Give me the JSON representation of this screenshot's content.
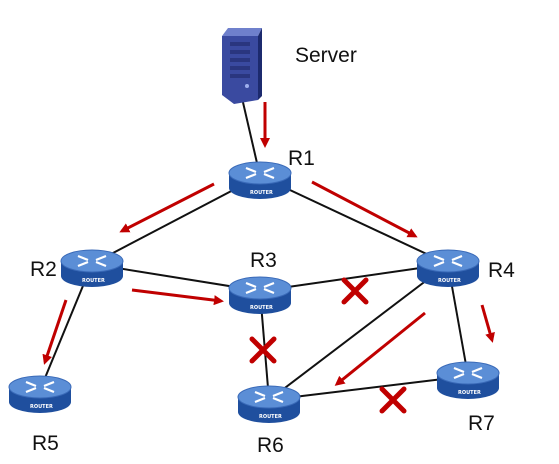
{
  "colors": {
    "link": "#111111",
    "flow_arrow": "#c00000",
    "blocked_mark": "#c00000",
    "router_top": "#5b8ed6",
    "router_side": "#1f4f9e",
    "server_front": "#3a4aa0",
    "server_side": "#1c2a6e"
  },
  "server": {
    "label": "Server",
    "icon": "server-icon"
  },
  "router_caption": "ROUTER",
  "routers": [
    {
      "id": "R1",
      "label": "R1",
      "icon": "router-icon"
    },
    {
      "id": "R2",
      "label": "R2",
      "icon": "router-icon"
    },
    {
      "id": "R3",
      "label": "R3",
      "icon": "router-icon"
    },
    {
      "id": "R4",
      "label": "R4",
      "icon": "router-icon"
    },
    {
      "id": "R5",
      "label": "R5",
      "icon": "router-icon"
    },
    {
      "id": "R6",
      "label": "R6",
      "icon": "router-icon"
    },
    {
      "id": "R7",
      "label": "R7",
      "icon": "router-icon"
    }
  ],
  "links": [
    {
      "from": "Server",
      "to": "R1"
    },
    {
      "from": "R1",
      "to": "R2"
    },
    {
      "from": "R1",
      "to": "R4"
    },
    {
      "from": "R2",
      "to": "R3"
    },
    {
      "from": "R2",
      "to": "R5"
    },
    {
      "from": "R3",
      "to": "R4",
      "blocked": true
    },
    {
      "from": "R3",
      "to": "R6",
      "blocked": true
    },
    {
      "from": "R4",
      "to": "R6"
    },
    {
      "from": "R4",
      "to": "R7"
    },
    {
      "from": "R6",
      "to": "R7",
      "blocked": true
    }
  ],
  "flows": [
    {
      "from": "Server",
      "to": "R1"
    },
    {
      "from": "R1",
      "to": "R2"
    },
    {
      "from": "R1",
      "to": "R4"
    },
    {
      "from": "R2",
      "to": "R5"
    },
    {
      "from": "R2",
      "to": "R3"
    },
    {
      "from": "R4",
      "to": "R6"
    },
    {
      "from": "R4",
      "to": "R7"
    }
  ]
}
